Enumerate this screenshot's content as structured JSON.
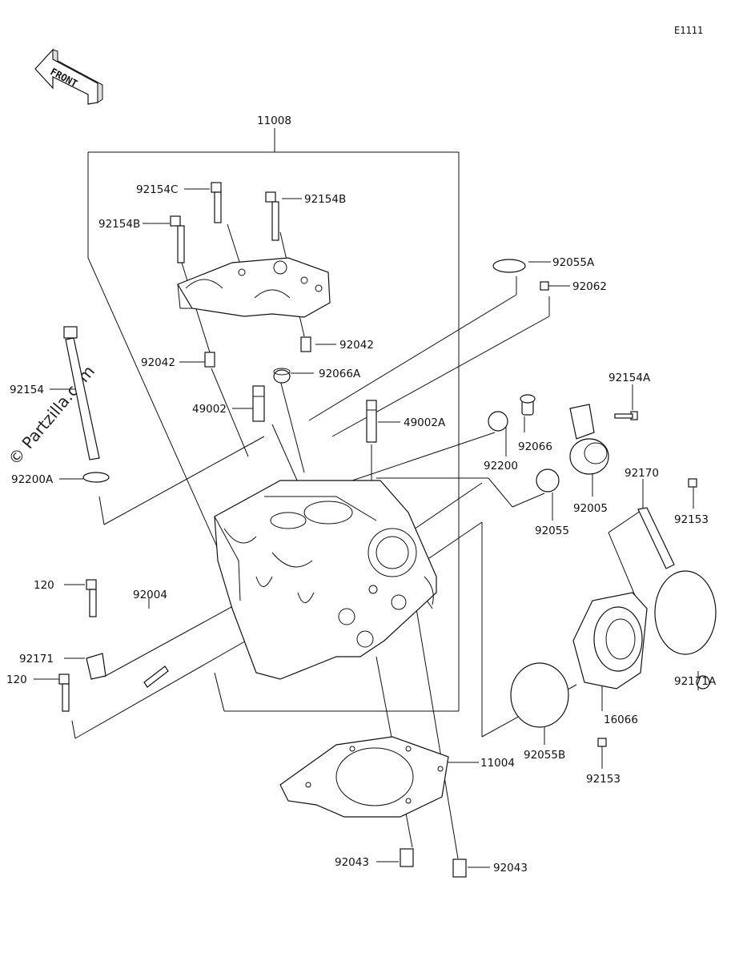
{
  "diagram_code": "E1111",
  "front_label": "FRONT",
  "watermark": "© Partzilla.com",
  "parts": {
    "p11008": "11008",
    "p92154C": "92154C",
    "p92154B_top": "92154B",
    "p92154B_left": "92154B",
    "p92055A": "92055A",
    "p92062": "92062",
    "p92042_right": "92042",
    "p92042_left": "92042",
    "p92066A": "92066A",
    "p92154": "92154",
    "p49002": "49002",
    "p49002A": "49002A",
    "p92154A": "92154A",
    "p92066": "92066",
    "p92200": "92200",
    "p92200A": "92200A",
    "p92005": "92005",
    "p92170": "92170",
    "p92153_top": "92153",
    "p92055": "92055",
    "p120_top": "120",
    "p92004": "92004",
    "p92171": "92171",
    "p92171A": "92171A",
    "p120_bottom": "120",
    "p16066": "16066",
    "p92055B": "92055B",
    "p11004": "11004",
    "p92153_bottom": "92153",
    "p92043_left": "92043",
    "p92043_right": "92043"
  }
}
